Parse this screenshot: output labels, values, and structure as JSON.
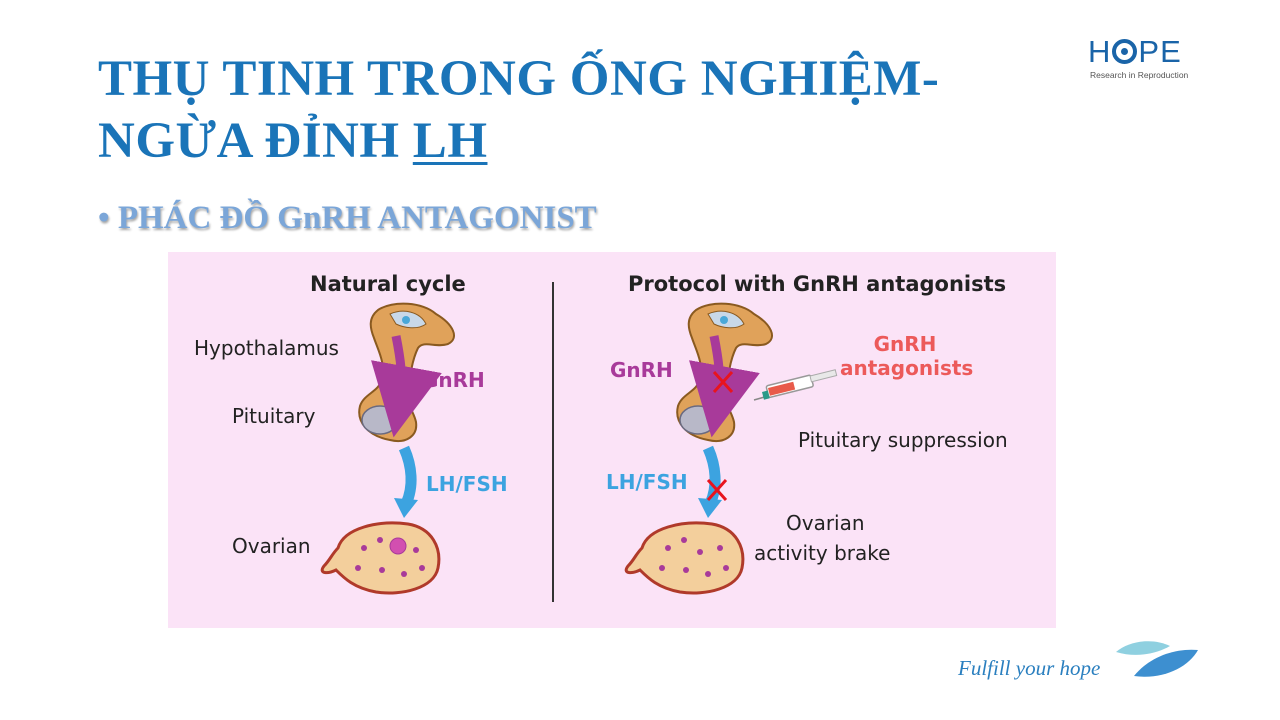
{
  "title": {
    "line1": "THỤ TINH TRONG ỐNG NGHIỆM-",
    "line2_prefix": "NGỪA ĐỈNH ",
    "line2_underlined": "LH"
  },
  "bullet": {
    "marker": "•",
    "text": "PHÁC ĐỒ GnRH ANTAGONIST"
  },
  "logo": {
    "word_left": "H",
    "word_right": "PE",
    "tagline": "Research in Reproduction"
  },
  "diagram": {
    "left": {
      "heading": "Natural cycle",
      "hypothalamus": "Hypothalamus",
      "pituitary": "Pituitary",
      "gnrh": "GnRH",
      "lhfsh": "LH/FSH",
      "ovarian": "Ovarian"
    },
    "right": {
      "heading": "Protocol with GnRH antagonists",
      "gnrh": "GnRH",
      "antagonist_line1": "GnRH",
      "antagonist_line2": "antagonists",
      "suppression": "Pituitary suppression",
      "lhfsh": "LH/FSH",
      "ovarian_line1": "Ovarian",
      "ovarian_line2": "activity brake"
    }
  },
  "footer": {
    "slogan": "Fulfill your hope"
  },
  "colors": {
    "title": "#1a74b8",
    "bullet": "#7ba6d8",
    "panel_bg": "#fbe3f7",
    "gnrh_purple": "#a83a9a",
    "lhfsh_blue": "#3ca3e0",
    "antagonist_red": "#ec5a5a",
    "block_x": "#e8141e"
  }
}
